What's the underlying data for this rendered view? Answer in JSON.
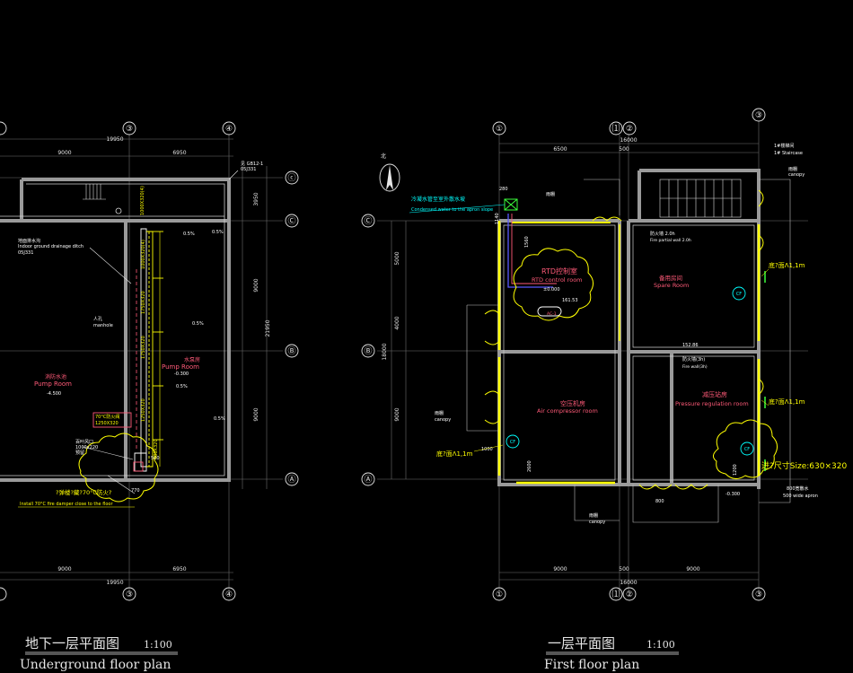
{
  "colors": {
    "background": "#000000",
    "wall": "#9a9a9a",
    "dimension": "#e6e6e6",
    "label": "#ffffff",
    "room_label": "#ff5a78",
    "yellow": "#ffff00",
    "cyan": "#00ffff",
    "green": "#3cff3c",
    "blue": "#5a5aff",
    "duct": "#ffffff"
  },
  "left_plan": {
    "title_cn": "地下一层平面图",
    "scale": "1:100",
    "title_en": "Underground floor plan",
    "axes_top": [
      "③",
      "④"
    ],
    "axes_bottom": [
      "③",
      "④"
    ],
    "axes_right": [
      "ⓒ",
      "Ⓒ",
      "Ⓑ",
      "Ⓐ"
    ],
    "dims_top": [
      "9000",
      "19950",
      "6950"
    ],
    "dims_bottom": [
      "9000",
      "6950",
      "19950"
    ],
    "dims_right": [
      "3950",
      "9000",
      "9000",
      "21950"
    ],
    "shaft_ref": "见 GB12-1",
    "shaft_ref_sub": "05J331",
    "drainage_label": "地面排水沟",
    "drainage_label_en": "Indoor ground drainage ditch",
    "drainage_ref": "05J331",
    "manhole_cn": "人孔",
    "manhole_en": "manhole",
    "pump_room_left_cn": "消防水池",
    "pump_room_left_en": "Pump Room",
    "pump_room_left_level": "-4.500",
    "pump_room_cn": "水泵房",
    "pump_room_en": "Pump Room",
    "pump_room_level": "-0.300",
    "slope_a": "0.5%",
    "slope_b": "0.5%",
    "slope_c": "0.5%",
    "slope_d": "0.5%",
    "slope_e": "0.5%",
    "ann_duct_1": "1000X320(4)",
    "ann_duct_2": "1750X320",
    "ann_duct_3": "1750X320",
    "ann_duct_4": "1250X320",
    "ann_duct_5": "500X320",
    "ann_damper_cn": "70°C防火阀",
    "ann_damper_size": "1250X320",
    "ann_outlet_cn": "百叶风口",
    "ann_outlet_size": "1000x220",
    "ann_outlet_pre": "预留",
    "ann_770": "770",
    "ann_500": "500",
    "note_cn": "?弹楼?藏?70°C防火?",
    "note_en": "Install 70°C fire damper close to the floor"
  },
  "right_plan": {
    "title_cn": "一层平面图",
    "scale": "1:100",
    "title_en": "First floor plan",
    "north": "北",
    "axes_top": [
      "①",
      "⑴",
      "②",
      "③"
    ],
    "axes_bottom": [
      "①",
      "⑴",
      "②",
      "③"
    ],
    "axes_left": [
      "Ⓒ",
      "Ⓑ",
      "Ⓐ"
    ],
    "dims_top": [
      "6500",
      "500",
      "16000"
    ],
    "dims_bottom": [
      "9000",
      "500",
      "9000",
      "16000"
    ],
    "dims_left": [
      "5000",
      "4000",
      "9000",
      "18000"
    ],
    "stair_label": "1#楼梯间",
    "stair_sub": "1# Staircase",
    "canopy_cn": "雨棚",
    "canopy_en": "canopy",
    "condensed_cn": "冷凝水管至室外散水坡",
    "condensed_en": "Condensed water to the apron slope",
    "dim_280": "280",
    "dim_1140": "1140",
    "dim_1560": "1560",
    "dim_2600": "2600",
    "rtd_cn": "RTD控制室",
    "rtd_en": "RTD control room",
    "rtd_level": "±0.000",
    "rtd_level2": "161.53",
    "ac_tag": "AC-1",
    "spare_cn": "备用房间",
    "spare_en": "Spare Room",
    "firewall_cn": "防火墙 2.0h",
    "firewall_en": "Fire partial wall 2.0h",
    "firewall2_cn": "防火墙(3h)",
    "firewall2_en": "Fire wall(3h)",
    "firewall2_level": "152.86",
    "air_cn": "空压机房",
    "air_en": "Air compressor room",
    "pressure_cn": "减压站房",
    "pressure_en": "Pressure regulation room",
    "grille_1": "底?面Λ1,1m",
    "grille_2": "底?面Λ1,1m",
    "grille_3": "底?面Λ1,1m",
    "size_note": "进?尺寸Size:630×320",
    "apron_cn": "800宽散水",
    "apron_en": "500 wide apron",
    "level_ext": "-0.300",
    "dim_800": "800",
    "dim_1000": "1000",
    "dim_1200": "1200",
    "fan_tag_1": "CF",
    "fan_tag_2": "CF",
    "fan_tag_3": "CF"
  }
}
